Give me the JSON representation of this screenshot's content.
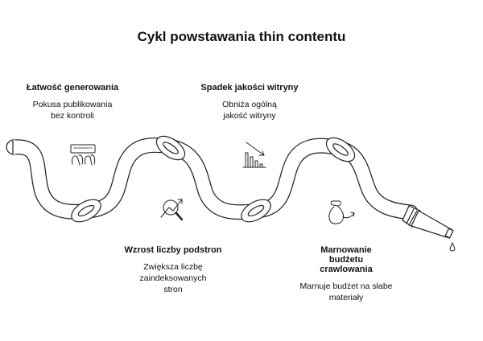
{
  "title": "Cykl powstawania thin contentu",
  "steps": [
    {
      "heading": "Łatwość generowania",
      "desc": "Pokusa publikowania bez kontroli",
      "icon": "keyboard-hands-icon"
    },
    {
      "heading": "Wzrost liczby podstron",
      "desc": "Zwiększa liczbę zaindeksowanych stron",
      "icon": "growth-magnifier-icon"
    },
    {
      "heading": "Spadek jakości witryny",
      "desc": "Obniża ogólną jakość witryny",
      "icon": "declining-bars-icon"
    },
    {
      "heading": "Marnowanie budżetu crawlowania",
      "desc": "Marnuje budżet na słabe materiały",
      "icon": "money-bag-icon"
    }
  ]
}
